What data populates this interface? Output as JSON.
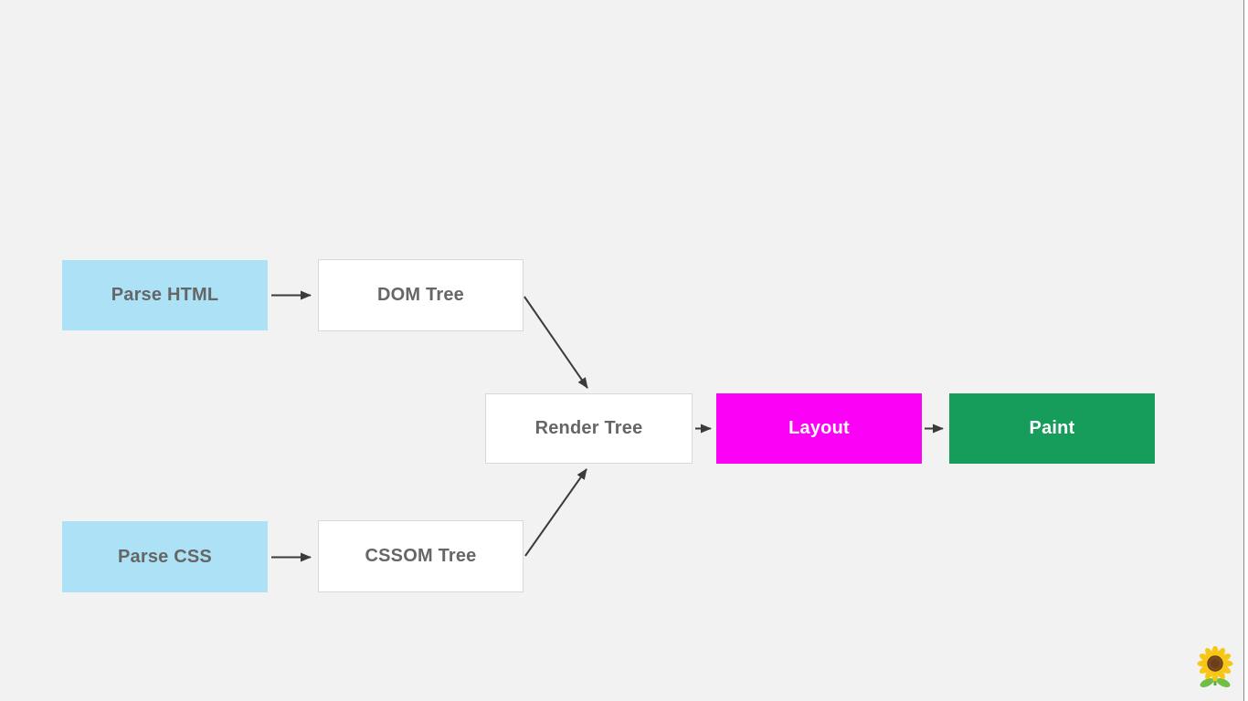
{
  "page": {
    "background": "#f1f2f1",
    "scrollbar_color": "#ffffff"
  },
  "diagram": {
    "arrow_color": "#3b3b3b",
    "node_border_color": "#d8d8d8",
    "nodes": [
      {
        "id": "parse-html",
        "label": "Parse HTML",
        "fill": "#ace1f6",
        "text": "#666666"
      },
      {
        "id": "dom-tree",
        "label": "DOM Tree",
        "fill": "#ffffff",
        "text": "#666666"
      },
      {
        "id": "parse-css",
        "label": "Parse CSS",
        "fill": "#ace1f6",
        "text": "#666666"
      },
      {
        "id": "cssom-tree",
        "label": "CSSOM Tree",
        "fill": "#ffffff",
        "text": "#666666"
      },
      {
        "id": "render-tree",
        "label": "Render Tree",
        "fill": "#ffffff",
        "text": "#666666"
      },
      {
        "id": "layout",
        "label": "Layout",
        "fill": "#fb01f6",
        "text": "#ffffff"
      },
      {
        "id": "paint",
        "label": "Paint",
        "fill": "#169c5b",
        "text": "#ffffff"
      }
    ],
    "edges": [
      {
        "from": "parse-html",
        "to": "dom-tree"
      },
      {
        "from": "parse-css",
        "to": "cssom-tree"
      },
      {
        "from": "dom-tree",
        "to": "render-tree"
      },
      {
        "from": "cssom-tree",
        "to": "render-tree"
      },
      {
        "from": "render-tree",
        "to": "layout"
      },
      {
        "from": "layout",
        "to": "paint"
      }
    ]
  },
  "icons": {
    "sunflower_icon": "sunflower"
  }
}
